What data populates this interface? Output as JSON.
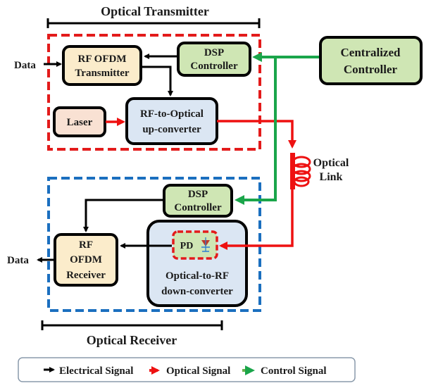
{
  "sections": {
    "transmitter_title": "Optical Transmitter",
    "receiver_title": "Optical Receiver"
  },
  "blocks": {
    "rf_ofdm_tx": [
      "RF OFDM",
      "Transmitter"
    ],
    "dsp_tx": [
      "DSP",
      "Controller"
    ],
    "laser": [
      "Laser"
    ],
    "rf_to_optical": [
      "RF-to-Optical",
      "up-converter"
    ],
    "centralized": [
      "Centralized",
      "Controller"
    ],
    "dsp_rx": [
      "DSP",
      "Controller"
    ],
    "rf_ofdm_rx": [
      "RF",
      "OFDM",
      "Receiver"
    ],
    "pd": [
      "PD"
    ],
    "optical_to_rf": [
      "Optical-to-RF",
      "down-converter"
    ]
  },
  "labels": {
    "data_in": "Data",
    "data_out": "Data",
    "optical_link": [
      "Optical",
      "Link"
    ]
  },
  "legend": {
    "items": [
      {
        "label": "Electrical Signal",
        "color": "#000000"
      },
      {
        "label": "Optical Signal",
        "color": "#ee1c1c"
      },
      {
        "label": "Control Signal",
        "color": "#6ab04c"
      }
    ]
  },
  "colors": {
    "electrical": "#000000",
    "optical": "#ee1111",
    "control": "#1aa54a",
    "tx_boundary": "#e31b1b",
    "rx_boundary": "#1b6fbf",
    "rf_ofdm_fill": "#fbeccb",
    "dsp_fill": "#cfe6b4",
    "laser_fill": "#f9e1d3",
    "converter_fill": "#dbe6f3",
    "pd_fill": "#cfe6b4"
  }
}
